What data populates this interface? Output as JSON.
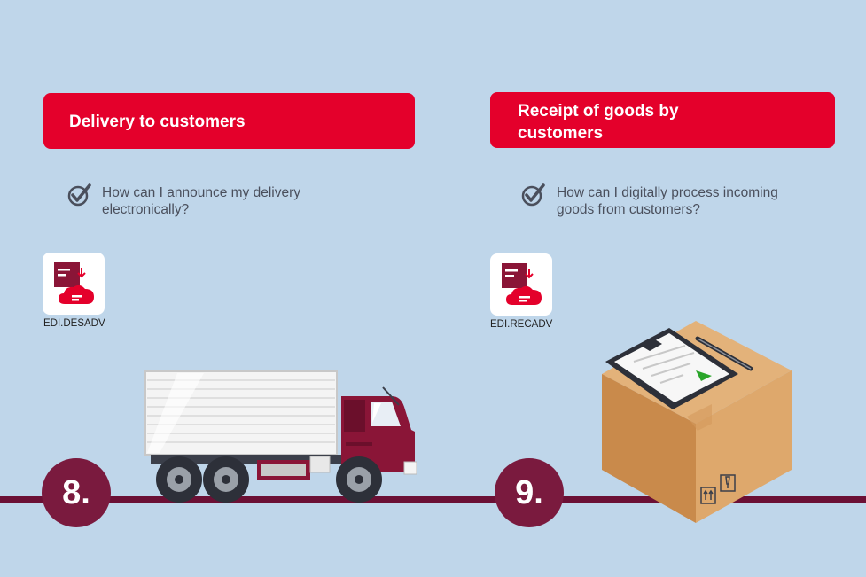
{
  "left": {
    "title": "Delivery to customers",
    "question_line1": "How can I announce my delivery",
    "question_line2": "electronically?",
    "tile_label": "EDI.DESADV",
    "step": "8."
  },
  "right": {
    "title_line1": "Receipt of goods by",
    "title_line2": "customers",
    "question_line1": "How can I digitally process incoming",
    "question_line2": "goods from customers?",
    "tile_label": "EDI.RECADV",
    "step": "9."
  },
  "colors": {
    "brand_red": "#e4002b",
    "dark_maroon": "#7a1a3e",
    "background": "#bfd6ea"
  },
  "icons": [
    "check-icon",
    "edi-document-cloud-icon",
    "truck-illustration",
    "box-clipboard-illustration"
  ]
}
